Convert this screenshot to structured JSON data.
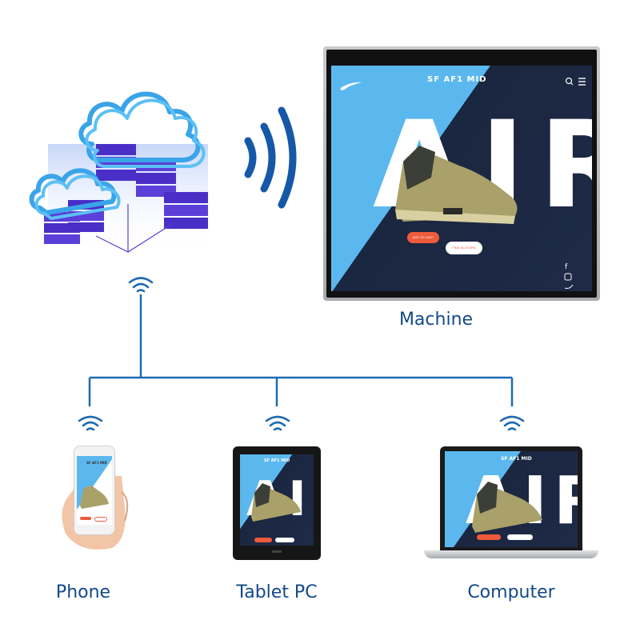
{
  "machine": {
    "label": "Machine",
    "screen": {
      "header": "SF AF1 MID",
      "big_text": "AIR",
      "btn_primary": "ADD TO CART",
      "btn_secondary": "FIND IN-STORE"
    }
  },
  "devices": [
    {
      "label": "Phone"
    },
    {
      "label": "Tablet PC"
    },
    {
      "label": "Computer"
    }
  ],
  "small_screen": {
    "header": "SF AF1 MID"
  },
  "colors": {
    "network_line": "#1f6bb0",
    "label_text": "#12498a",
    "cloud": "#3aa4e8",
    "server": "#5a3fd6",
    "screen_blue": "#5bb8ef",
    "screen_dark": "#1b2640",
    "button_red": "#ee5a3c"
  },
  "icons": [
    "cloud-icon",
    "server-icon",
    "wifi-broadcast-icon",
    "wifi-icon",
    "search-icon",
    "menu-icon",
    "facebook-icon",
    "instagram-icon",
    "twitter-icon",
    "nike-swoosh-icon"
  ]
}
